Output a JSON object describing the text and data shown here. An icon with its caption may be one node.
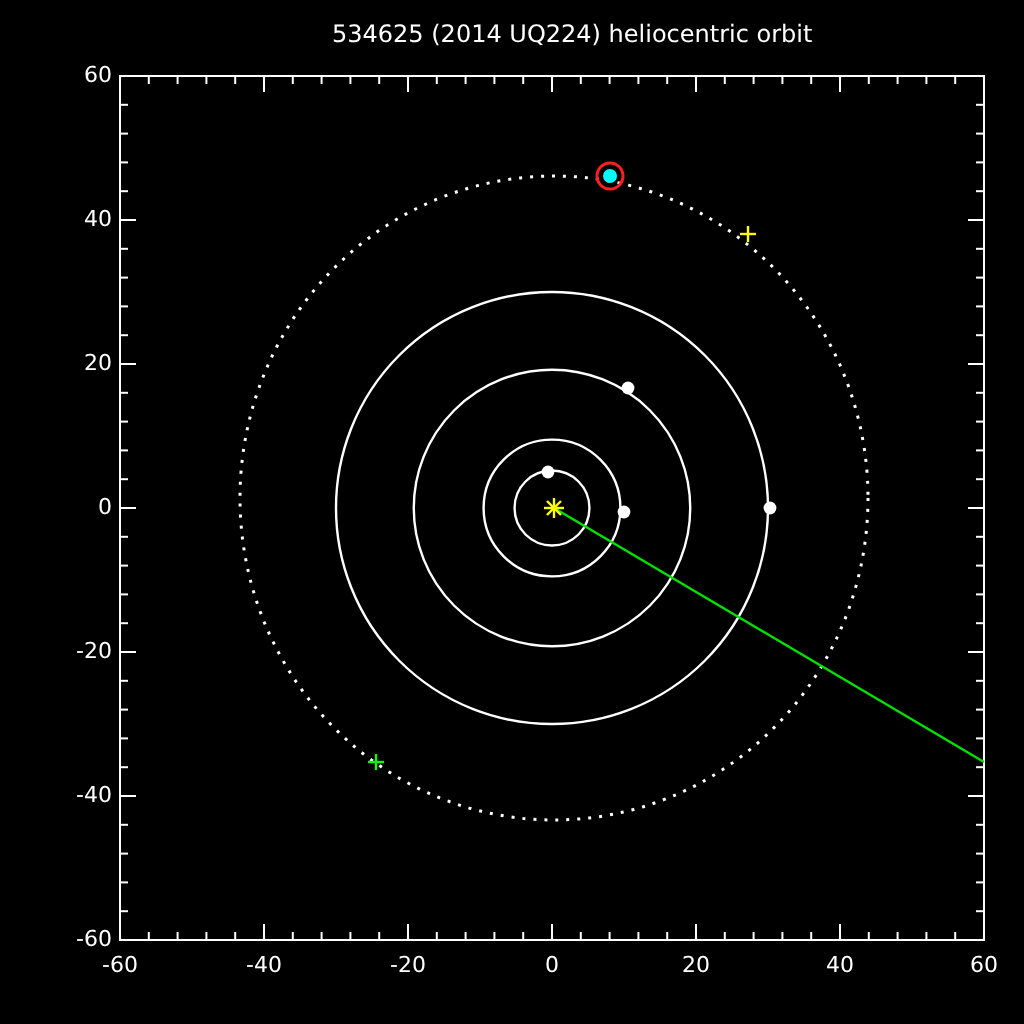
{
  "diagram": {
    "title": "534625 (2014 UQ224) heliocentric orbit",
    "labels": [
      "60",
      "40",
      "20",
      "0",
      "-20",
      "-40",
      "-60",
      "-60",
      "-40",
      "-20",
      "0",
      "20",
      "40",
      "60"
    ]
  }
}
